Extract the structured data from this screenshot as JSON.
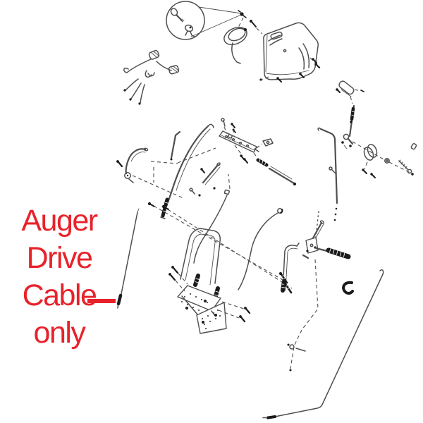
{
  "label": {
    "lines": [
      "Auger",
      "Drive",
      "Cable",
      "only"
    ],
    "pointer_glyph": "—"
  },
  "colors": {
    "label_red": "#e8222a",
    "line_ink": "#4f4f4f",
    "line_ink_dark": "#1b1b1b",
    "background": "#ffffff"
  },
  "diagram": {
    "type": "exploded-parts-diagram",
    "subject": "snow-thrower-handle-and-controls",
    "parts": [
      "key-detail-circle",
      "ignition-key",
      "key-switch",
      "detail-leader-lines",
      "mounting-bolt",
      "headlight-bezel",
      "bezel-wire",
      "belt-cover",
      "cover-screws",
      "wiring-harness",
      "shift-grip",
      "shift-rod-upper",
      "shift-pivot",
      "shift-clamp",
      "shift-nut",
      "shift-bolt",
      "shift-cap",
      "speed-rod",
      "speed-lever",
      "speed-spring",
      "control-bracket",
      "bracket-screws",
      "tension-spring",
      "control-rod",
      "chute-lever",
      "mid-lever",
      "mid-tube",
      "left-crank-handle",
      "z-cable",
      "traction-cable",
      "handlebar-loop",
      "mounting-plates",
      "plate-screws",
      "right-handlebar",
      "handlebar-bolts",
      "lower-shift-rod",
      "cable-hook-clip",
      "cable-clamp",
      "auger-drive-cable",
      "alignment-dash-lines"
    ]
  }
}
